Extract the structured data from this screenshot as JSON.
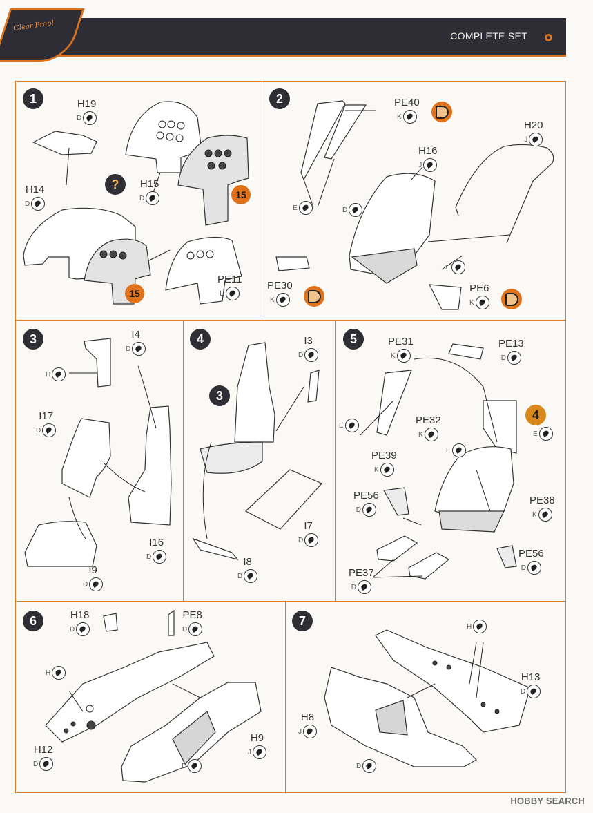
{
  "header": {
    "title": "COMPLETE SET",
    "logo_text": "Clear Prop!"
  },
  "footer": {
    "watermark": "HOBBY SEARCH"
  },
  "steps": [
    {
      "number": "1",
      "parts": [
        {
          "code": "H19",
          "paint": "D"
        },
        {
          "code": "H14",
          "paint": "D"
        },
        {
          "code": "H15",
          "paint": "D"
        },
        {
          "code": "PE11",
          "paint": "D"
        }
      ],
      "callouts": [
        "15",
        "15"
      ],
      "question": "?"
    },
    {
      "number": "2",
      "parts": [
        {
          "code": "PE40",
          "paint": "K"
        },
        {
          "code": "H20",
          "paint": "J"
        },
        {
          "code": "H16",
          "paint": "J"
        },
        {
          "code": "",
          "paint": "E"
        },
        {
          "code": "",
          "paint": "D"
        },
        {
          "code": "",
          "paint": "E"
        },
        {
          "code": "PE30",
          "paint": "K"
        },
        {
          "code": "PE6",
          "paint": "K"
        }
      ]
    },
    {
      "number": "3",
      "parts": [
        {
          "code": "I4",
          "paint": "D"
        },
        {
          "code": "",
          "paint": "H"
        },
        {
          "code": "I17",
          "paint": "D"
        },
        {
          "code": "I16",
          "paint": "D"
        },
        {
          "code": "I9",
          "paint": "D"
        }
      ]
    },
    {
      "number": "4",
      "parts": [
        {
          "code": "I3",
          "paint": "D"
        },
        {
          "code": "I7",
          "paint": "D"
        },
        {
          "code": "I8",
          "paint": "D"
        }
      ],
      "ref": "3"
    },
    {
      "number": "5",
      "parts": [
        {
          "code": "PE31",
          "paint": "K"
        },
        {
          "code": "PE13",
          "paint": "D"
        },
        {
          "code": "",
          "paint": "E"
        },
        {
          "code": "PE32",
          "paint": "K"
        },
        {
          "code": "PE39",
          "paint": "K"
        },
        {
          "code": "",
          "paint": "E"
        },
        {
          "code": "",
          "paint": "E"
        },
        {
          "code": "PE38",
          "paint": "K"
        },
        {
          "code": "PE56",
          "paint": "D"
        },
        {
          "code": "PE56",
          "paint": "D"
        },
        {
          "code": "PE37",
          "paint": "D"
        }
      ],
      "ref": "4"
    },
    {
      "number": "6",
      "parts": [
        {
          "code": "H18",
          "paint": "D"
        },
        {
          "code": "PE8",
          "paint": "D"
        },
        {
          "code": "",
          "paint": "H"
        },
        {
          "code": "H12",
          "paint": "D"
        },
        {
          "code": "H9",
          "paint": "J"
        },
        {
          "code": "",
          "paint": "D"
        }
      ]
    },
    {
      "number": "7",
      "parts": [
        {
          "code": "",
          "paint": "H"
        },
        {
          "code": "H13",
          "paint": "D"
        },
        {
          "code": "H8",
          "paint": "J"
        },
        {
          "code": "",
          "paint": "D"
        }
      ]
    }
  ]
}
